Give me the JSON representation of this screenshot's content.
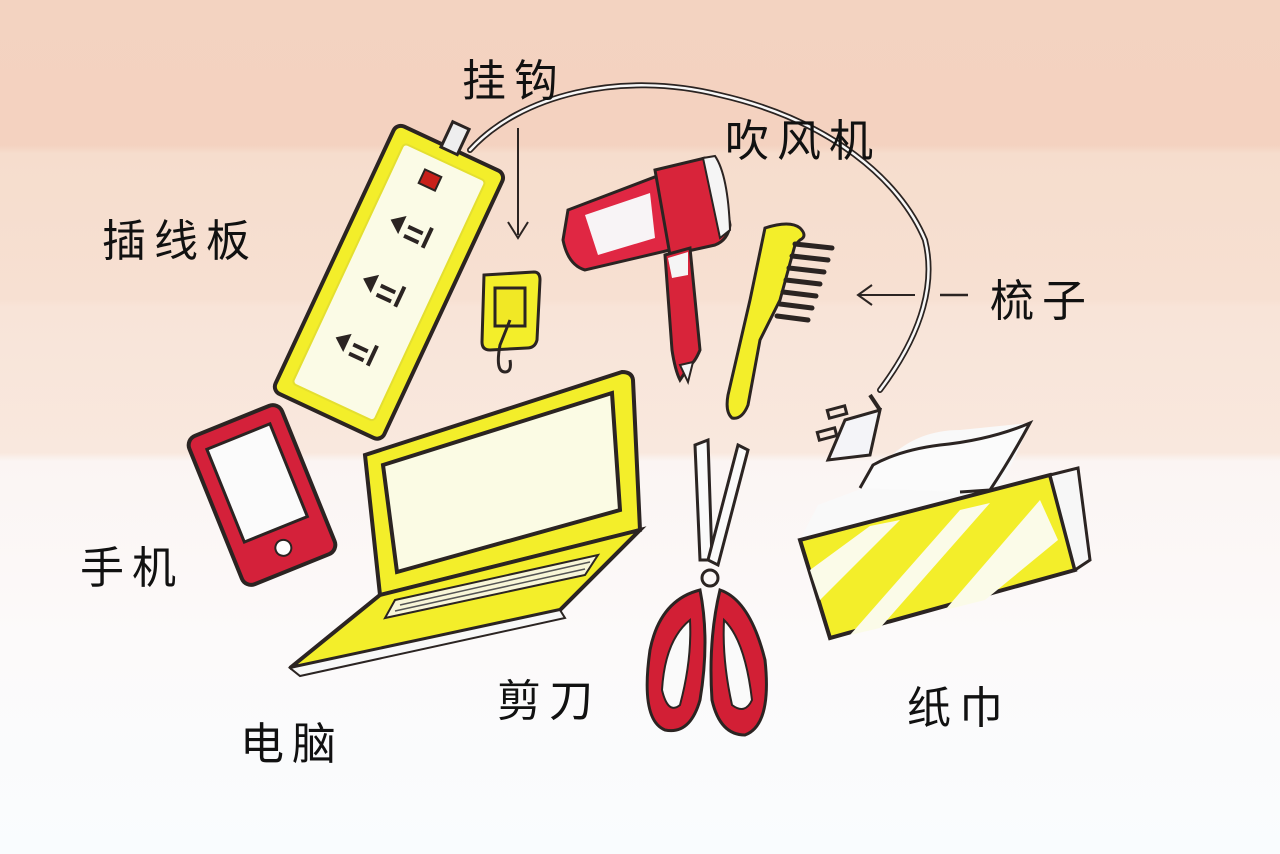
{
  "illustration": {
    "theme": "household items hand-drawn illustration",
    "colors": {
      "yellow": "#f3ee2a",
      "red": "#d8243a",
      "outline": "#2b2422",
      "background_top": "#f3d3c1",
      "background_bottom": "#f9fcfe"
    },
    "labels": {
      "power_strip": "插线板",
      "hook": "挂钩",
      "hair_dryer": "吹风机",
      "comb": "梳子",
      "phone": "手机",
      "computer": "电脑",
      "scissors": "剪刀",
      "tissue": "纸巾"
    },
    "arrows": {
      "hook_arrow": "down-arrow",
      "comb_arrow": "left-arrow"
    }
  }
}
